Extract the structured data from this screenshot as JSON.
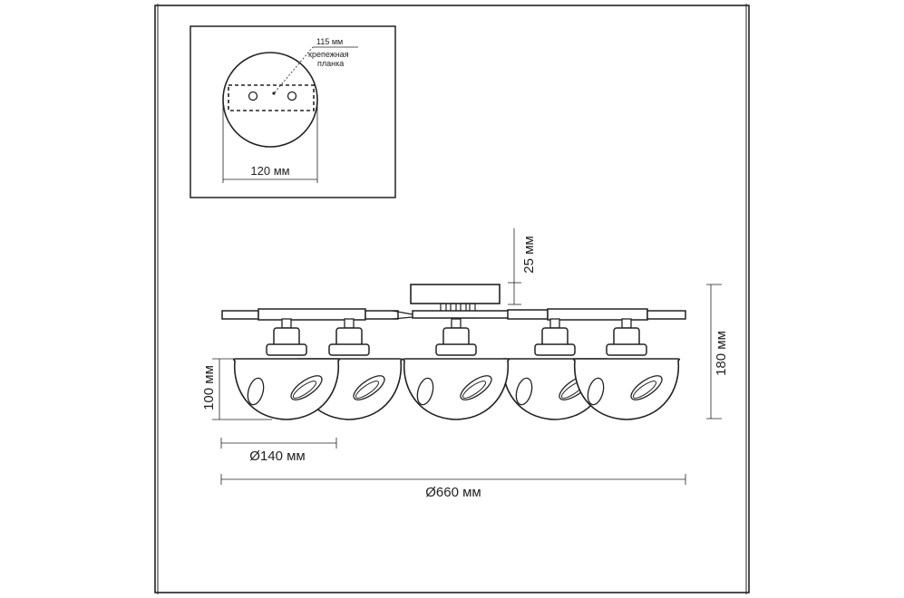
{
  "colors": {
    "frame": "#222222",
    "stroke": "#222222",
    "text": "#222222",
    "background": "#ffffff"
  },
  "inset": {
    "bracket_size": "115 мм",
    "bracket_label_line1": "крепежная",
    "bracket_label_line2": "планка",
    "base_diameter": "120 мм"
  },
  "main": {
    "plate_height": "25 мм",
    "total_height": "180 мм",
    "shade_height": "100 мм",
    "shade_diameter": "Ø140 мм",
    "total_diameter": "Ø660 мм"
  }
}
